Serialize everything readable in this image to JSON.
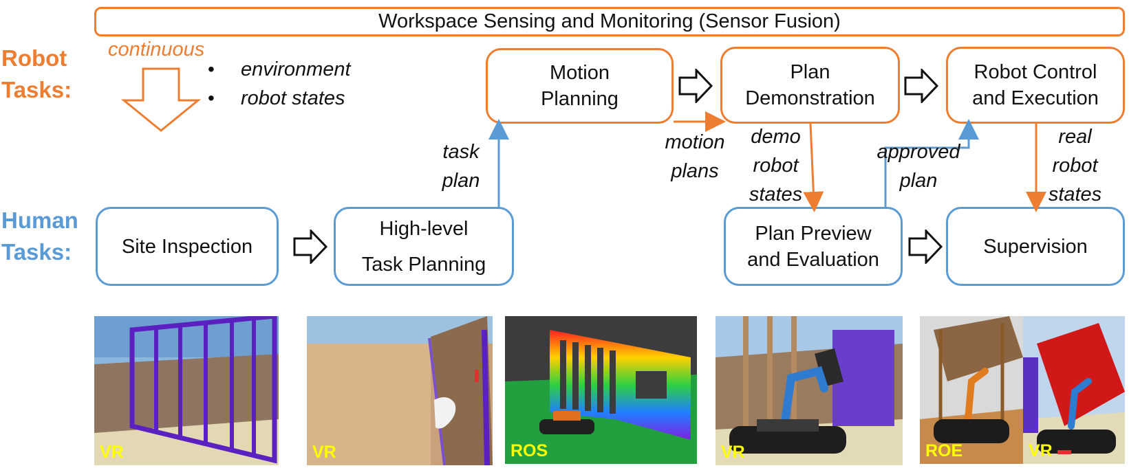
{
  "header": {
    "title": "Workspace Sensing and Monitoring (Sensor Fusion)"
  },
  "rows": {
    "robot": "Robot\nTasks:",
    "human": "Human\nTasks:"
  },
  "sensing": {
    "continuous": "continuous",
    "bullets": [
      "environment",
      "robot states"
    ]
  },
  "robot_tasks": [
    {
      "label": "Motion\nPlanning"
    },
    {
      "label": "Plan\nDemonstration"
    },
    {
      "label": "Robot Control\nand Execution"
    }
  ],
  "human_tasks": [
    {
      "label": "Site Inspection"
    },
    {
      "label": "High-level\nTask Planning"
    },
    {
      "label": "Plan Preview\nand Evaluation"
    },
    {
      "label": "Supervision"
    }
  ],
  "edge_labels": {
    "task_plan": "task\nplan",
    "motion_plans": "motion\nplans",
    "demo_robot_states": "demo\nrobot\nstates",
    "approved_plan": "approved\nplan",
    "real_robot_states": "real\nrobot\nstates"
  },
  "thumbnails": [
    {
      "tag": "VR"
    },
    {
      "tag": "VR"
    },
    {
      "tag": "ROS"
    },
    {
      "tag": "VR"
    },
    {
      "tag": "ROE"
    },
    {
      "tag": "VR"
    }
  ],
  "colors": {
    "robot": "#ED7D31",
    "human": "#5B9BD5",
    "tag": "#FFFF00"
  }
}
